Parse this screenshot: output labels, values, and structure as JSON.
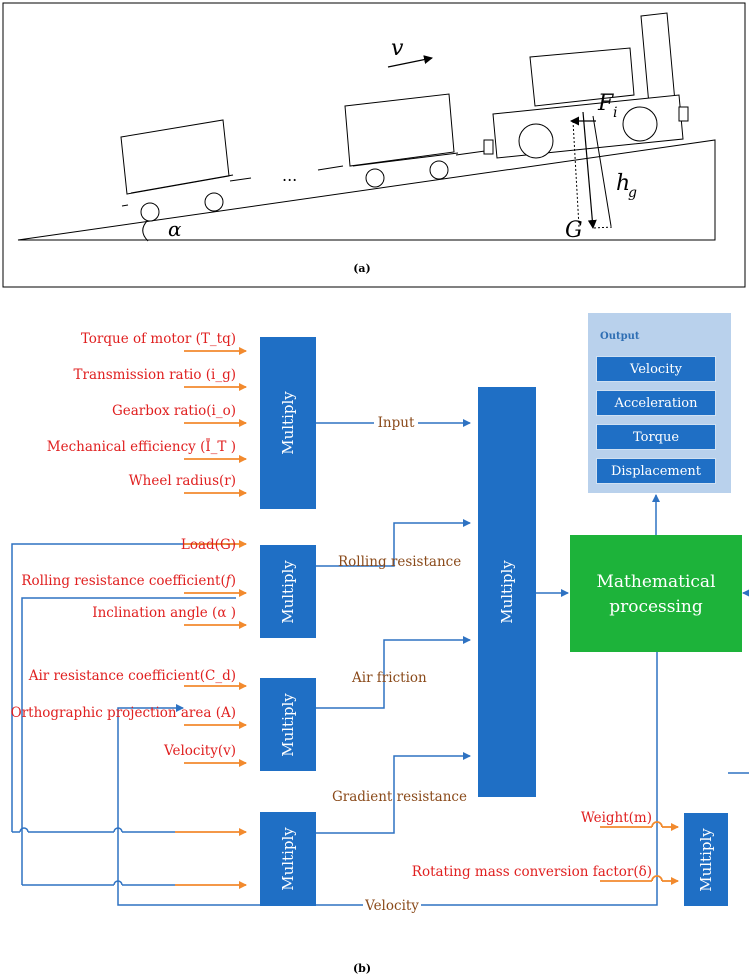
{
  "panel_a": {
    "velocity_symbol": "v",
    "ellipsis": "...",
    "angle_symbol": "α",
    "inertia_force": "F",
    "inertia_sub": "i",
    "height": "h",
    "height_sub": "g",
    "gravity": "G",
    "caption": "(a)"
  },
  "panel_b": {
    "caption": "(b)",
    "group1_inputs": [
      "Torque of motor (T_tq)",
      "Transmission ratio (i_g)",
      "Gearbox ratio(i_o)",
      "Mechanical efficiency (Ī_T )",
      "Wheel radius(r)"
    ],
    "group2_inputs": [
      "Load(G)",
      "Rolling resistance coefficient(",
      "Inclination angle (α )"
    ],
    "group2_f_italic": "f",
    "group2_close": ")",
    "group3_inputs": [
      "Air resistance coefficient(C_d)",
      "Orthographic projection area (A)",
      "Velocity(v)"
    ],
    "multiply_label": "Multiply",
    "edge_labels": {
      "input": "Input",
      "rolling": "Rolling resistance",
      "air": "Air friction",
      "gradient": "Gradient resistance",
      "velocity": "Velocity"
    },
    "processing_label_1": "Mathematical",
    "processing_label_2": "processing",
    "output": {
      "title": "Output",
      "items": [
        "Velocity",
        "Acceleration",
        "Torque",
        "Displacement"
      ]
    },
    "mass_inputs": [
      "Weight(m)",
      "Rotating mass conversion factor(δ)"
    ],
    "colors": {
      "block_blue": "#1f6fc5",
      "processing_green": "#1db33a",
      "input_red": "#e02020",
      "input_arrow_orange": "#f28a2e",
      "edge_label_brown": "#8a4a1a",
      "line_blue": "#2e72c2",
      "output_panel": "#b9d1ec"
    }
  }
}
